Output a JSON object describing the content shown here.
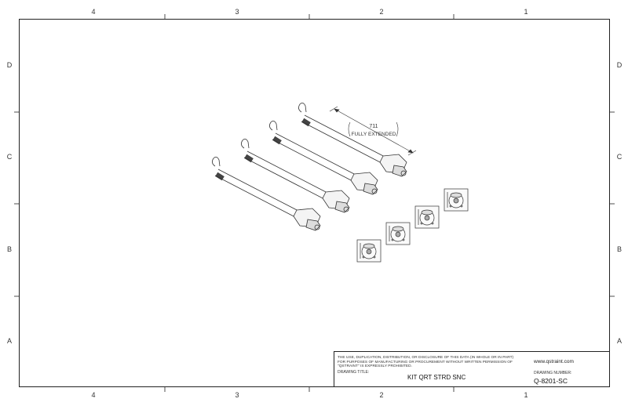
{
  "zones": {
    "columns": [
      "4",
      "3",
      "2",
      "1"
    ],
    "rows": [
      "D",
      "C",
      "B",
      "A"
    ]
  },
  "dimension": {
    "value": "711",
    "note": "FULLY EXTENDED"
  },
  "title_block": {
    "notice": "THE USE, DUPLICATION, DISTRIBUTION, OR DISCLOSURE OF THIS DATA (IN WHOLE OR IN PART) FOR PURPOSES OF MANUFACTURING OR PROCUREMENT WITHOUT WRITTEN PERMISSION OF \"QSTRAINT\" IS EXPRESSLY PROHIBITED.",
    "drawing_title_label": "DRAWING TITLE:",
    "drawing_title": "KIT QRT STRD SNC",
    "website": "www.qstraint.com",
    "drawing_number_label": "DRAWING NUMBER:",
    "drawing_number": "Q-8201-SC"
  },
  "parts": {
    "retractor_count": 4,
    "floor_anchor_count": 4
  }
}
